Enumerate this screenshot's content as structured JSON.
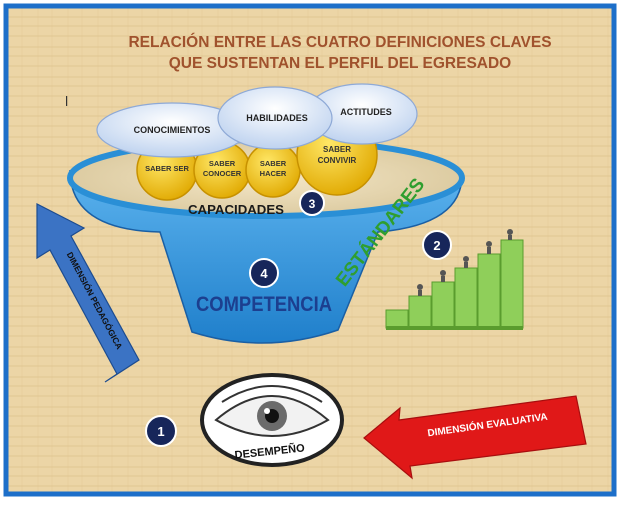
{
  "title": {
    "line1": "RELACIÓN ENTRE LAS CUATRO DEFINICIONES CLAVES",
    "line2": "QUE SUSTENTAN EL PERFIL DEL EGRESADO"
  },
  "clouds": {
    "conocimientos": "CONOCIMIENTOS",
    "habilidades": "HABILIDADES",
    "actitudes": "ACTITUDES"
  },
  "coins": {
    "saber_ser": "SABER SER",
    "saber_conocer": [
      "SABER",
      "CONOCER"
    ],
    "saber_hacer": [
      "SABER",
      "HACER"
    ],
    "saber_convivir": [
      "SABER",
      "CONVIVIR"
    ]
  },
  "funnel": {
    "capacidades": "CAPACIDADES",
    "competencia": "COMPETENCIA",
    "estandares": "ESTÁNDARES"
  },
  "numbers": {
    "n1": "1",
    "n2": "2",
    "n3": "3",
    "n4": "4"
  },
  "arrows": {
    "pedagogica": "DIMENSIÓN PEDAGÓGICA",
    "evaluativa": "DIMENSIÓN EVALUATIVA"
  },
  "eye_label": "DESEMPEÑO",
  "colors": {
    "border": "#1d6fc9",
    "title": "#a0522d",
    "funnel": "#2a8fd6",
    "funnel_text": "#1c3f8f",
    "estandares": "#2f9e2f",
    "coin": "#f5c400",
    "cloud": "#cfe0f7",
    "badge": "#17265a",
    "arrow_red": "#e01818",
    "arrow_blue": "#3b73c4",
    "stairs": "#7bc043"
  }
}
